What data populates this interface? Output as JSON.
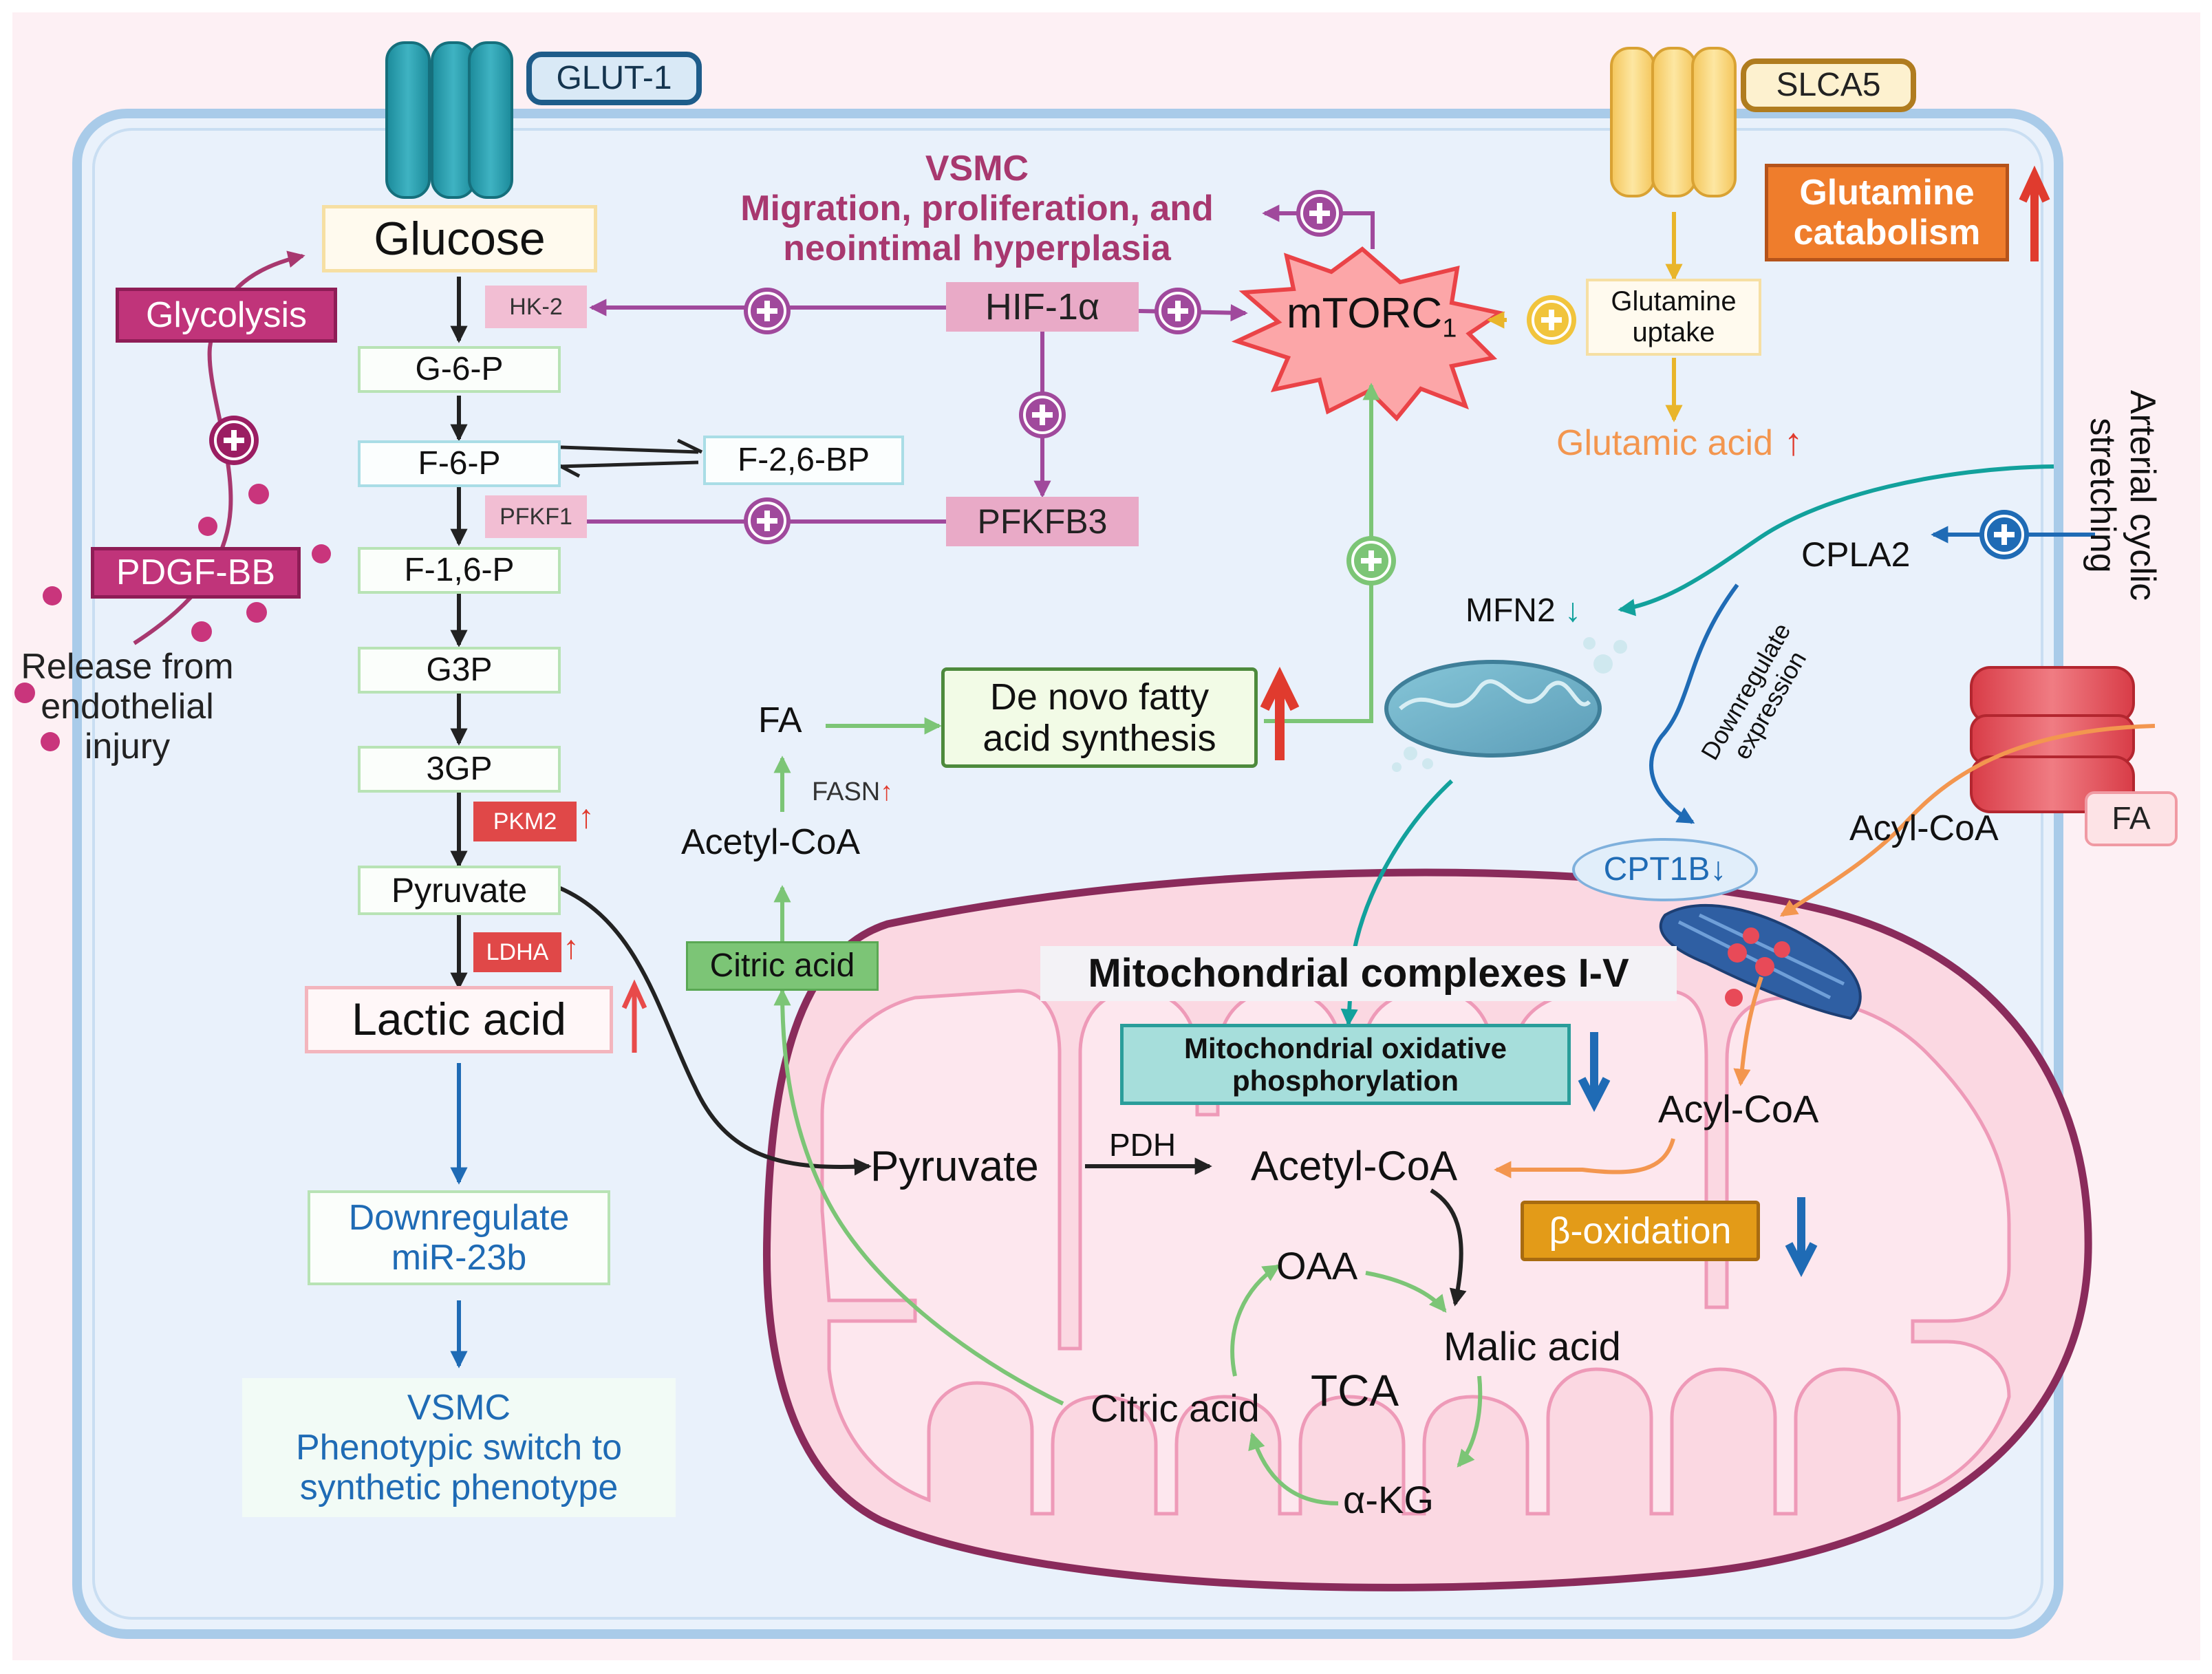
{
  "colors": {
    "outer_bg": "#fdf0f4",
    "cell_bg": "#e9f1fb",
    "cell_border": "#a9cbe9",
    "magenta": "#c0347a",
    "purple": "#a0499c",
    "green": "#7cc576",
    "blue": "#1f6bb5",
    "orange": "#f3964f",
    "red": "#e03b2e",
    "teal": "#12a19c",
    "yellow": "#f1c43c"
  },
  "transporters": {
    "glut1": "GLUT-1",
    "slca5": "SLCA5",
    "fa_channel": "FA"
  },
  "glycolysis_pathway": {
    "glucose": "Glucose",
    "g6p": "G-6-P",
    "f6p": "F-6-P",
    "f26bp": "F-2,6-BP",
    "f16p": "F-1,6-P",
    "g3p": "G3P",
    "gp3": "3GP",
    "pyruvate": "Pyruvate",
    "lactic_acid": "Lactic acid"
  },
  "enzymes": {
    "hk2": "HK-2",
    "pfkf1": "PFKF1",
    "pkm2": "PKM2",
    "ldha": "LDHA",
    "hif1a": "HIF-1α",
    "pfkfb3": "PFKFB3",
    "fasn": "FASN",
    "pdh": "PDH"
  },
  "pdgf": {
    "glycolysis": "Glycolysis",
    "pdgf_bb": "PDGF-BB",
    "release": [
      "Release from",
      "endothelial",
      "injury"
    ]
  },
  "vsmc_top": [
    "VSMC",
    "Migration, proliferation, and",
    "neointimal hyperplasia"
  ],
  "mtorc": {
    "label": "mTORC",
    "sub": "1"
  },
  "glutamine": {
    "uptake": [
      "Glutamine",
      "uptake"
    ],
    "catabolism": [
      "Glutamine",
      "catabolism"
    ],
    "glutamic_acid": "Glutamic acid"
  },
  "fatty_acid": {
    "fa": "FA",
    "acetyl_coa": "Acetyl-CoA",
    "citric_acid": "Citric acid",
    "de_novo": [
      "De novo fatty",
      "acid synthesis"
    ]
  },
  "stretch": {
    "arterial": [
      "Arterial cyclic",
      "stretching"
    ],
    "cpla2": "CPLA2",
    "mfn2": "MFN2",
    "downregulate_expression": [
      "Downregulate",
      "expression"
    ],
    "cpt1b": "CPT1B",
    "acyl_coa_outside": "Acyl-CoA"
  },
  "mitochondria": {
    "complexes": "Mitochondrial complexes I-V",
    "oxphos": [
      "Mitochondrial oxidative",
      "phosphorylation"
    ],
    "acyl_coa": "Acyl-CoA",
    "beta_oxidation": "β-oxidation",
    "pyruvate": "Pyruvate",
    "acetyl_coa": "Acetyl-CoA",
    "oaa": "OAA",
    "malic_acid": "Malic acid",
    "tca": "TCA",
    "citric_acid": "Citric acid",
    "akg": "α-KG"
  },
  "downstream": {
    "mir": [
      "Downregulate",
      "miR-23b"
    ],
    "vsmc": [
      "VSMC",
      "Phenotypic switch to",
      "synthetic phenotype"
    ]
  }
}
